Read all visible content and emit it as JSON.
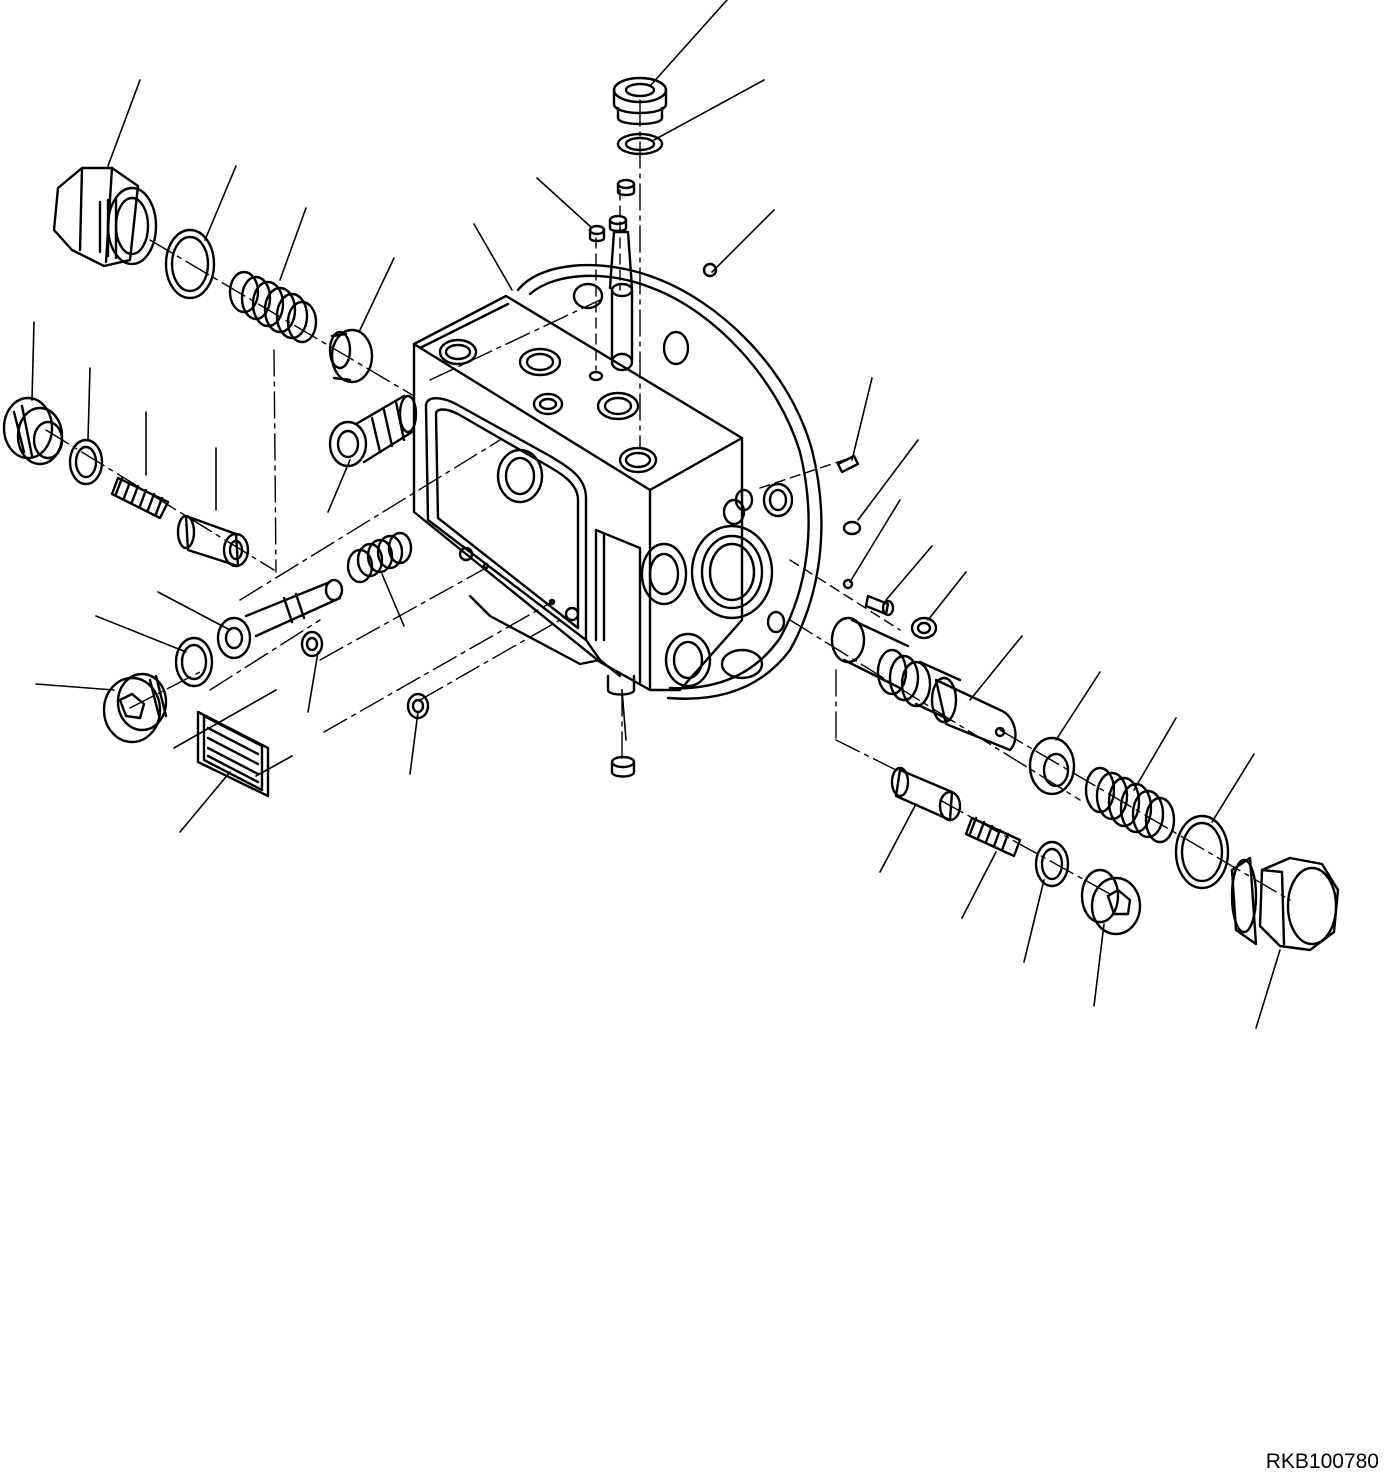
{
  "figure": {
    "reference_code": "RKB100780",
    "colors": {
      "ink": "#000000",
      "paper": "#ffffff"
    },
    "parts": [
      "valve-body",
      "mounting-flange",
      "large-hex-plug-left",
      "large-hex-plug-right",
      "plug-left",
      "plug-right",
      "plug-top",
      "plug-bottom-left",
      "o-ring",
      "spring",
      "spool",
      "valve-sleeve",
      "socket-head-bolt",
      "filter-screen",
      "steel-ball",
      "set-screw",
      "orifice-plug"
    ]
  }
}
